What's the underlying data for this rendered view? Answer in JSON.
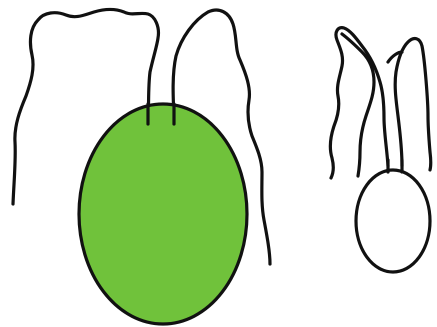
{
  "figure": {
    "background_color": "#ffffff",
    "line_color": "#111111",
    "cells": [
      {
        "name": "green-cell",
        "body_fill": "#70c23b",
        "flagella_count": 2
      },
      {
        "name": "white-cell",
        "body_fill": "#ffffff",
        "flagella_count": 2
      }
    ]
  }
}
